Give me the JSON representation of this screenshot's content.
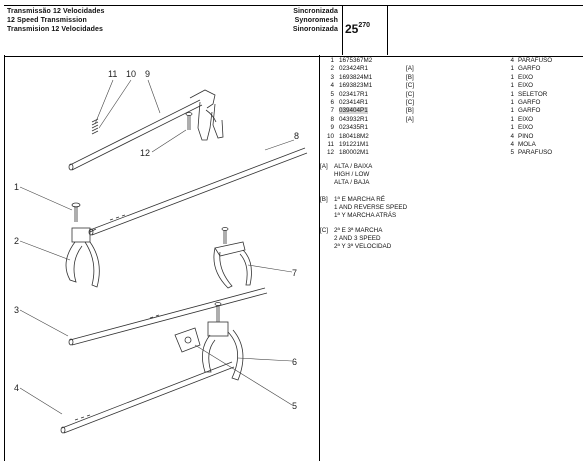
{
  "header": {
    "title_pt": "Transmissão 12 Velocidades",
    "title_en": "12 Speed Transmission",
    "title_es": "Transmision 12 Velocidades",
    "type_pt": "Sincronizada",
    "type_en": "Synoromesh",
    "type_es": "Sinoronizada",
    "page_code": "25",
    "page_code_sup": "270"
  },
  "parts": [
    {
      "no": "1",
      "part": "1675367M2",
      "note": "",
      "qty": "4",
      "desc": "PARAFUSO"
    },
    {
      "no": "2",
      "part": "023424R1",
      "note": "[A]",
      "qty": "1",
      "desc": "GARFO"
    },
    {
      "no": "3",
      "part": "1693824M1",
      "note": "[B]",
      "qty": "1",
      "desc": "EIXO"
    },
    {
      "no": "4",
      "part": "1693823M1",
      "note": "[C]",
      "qty": "1",
      "desc": "EIXO"
    },
    {
      "no": "5",
      "part": "023417R1",
      "note": "[C]",
      "qty": "1",
      "desc": "SELETOR"
    },
    {
      "no": "6",
      "part": "023414R1",
      "note": "[C]",
      "qty": "1",
      "desc": "GARFO"
    },
    {
      "no": "7",
      "part": "039404P1",
      "note": "[B]",
      "qty": "1",
      "desc": "GARFO"
    },
    {
      "no": "8",
      "part": "043932R1",
      "note": "[A]",
      "qty": "1",
      "desc": "EIXO"
    },
    {
      "no": "9",
      "part": "023435R1",
      "note": "",
      "qty": "1",
      "desc": "EIXO"
    },
    {
      "no": "10",
      "part": "180418M2",
      "note": "",
      "qty": "4",
      "desc": "PINO"
    },
    {
      "no": "11",
      "part": "191221M1",
      "note": "",
      "qty": "4",
      "desc": "MOLA"
    },
    {
      "no": "12",
      "part": "180002M1",
      "note": "",
      "qty": "5",
      "desc": "PARAFUSO"
    }
  ],
  "notes": [
    {
      "tag": "[A]",
      "lines": [
        "ALTA / BAIXA",
        "HIGH / LOW",
        "ALTA / BAJA"
      ]
    },
    {
      "tag": "[B]",
      "lines": [
        "1ª E MARCHA RÉ",
        "1 AND REVERSE SPEED",
        "1ª Y MARCHA ATRÁS"
      ]
    },
    {
      "tag": "[C]",
      "lines": [
        "2ª E 3ª MARCHA",
        "2 AND 3 SPEED",
        "2ª Y 3ª VELOCIDAD"
      ]
    }
  ],
  "callouts": [
    "1",
    "2",
    "3",
    "4",
    "5",
    "6",
    "7",
    "8",
    "9",
    "10",
    "11",
    "12"
  ]
}
